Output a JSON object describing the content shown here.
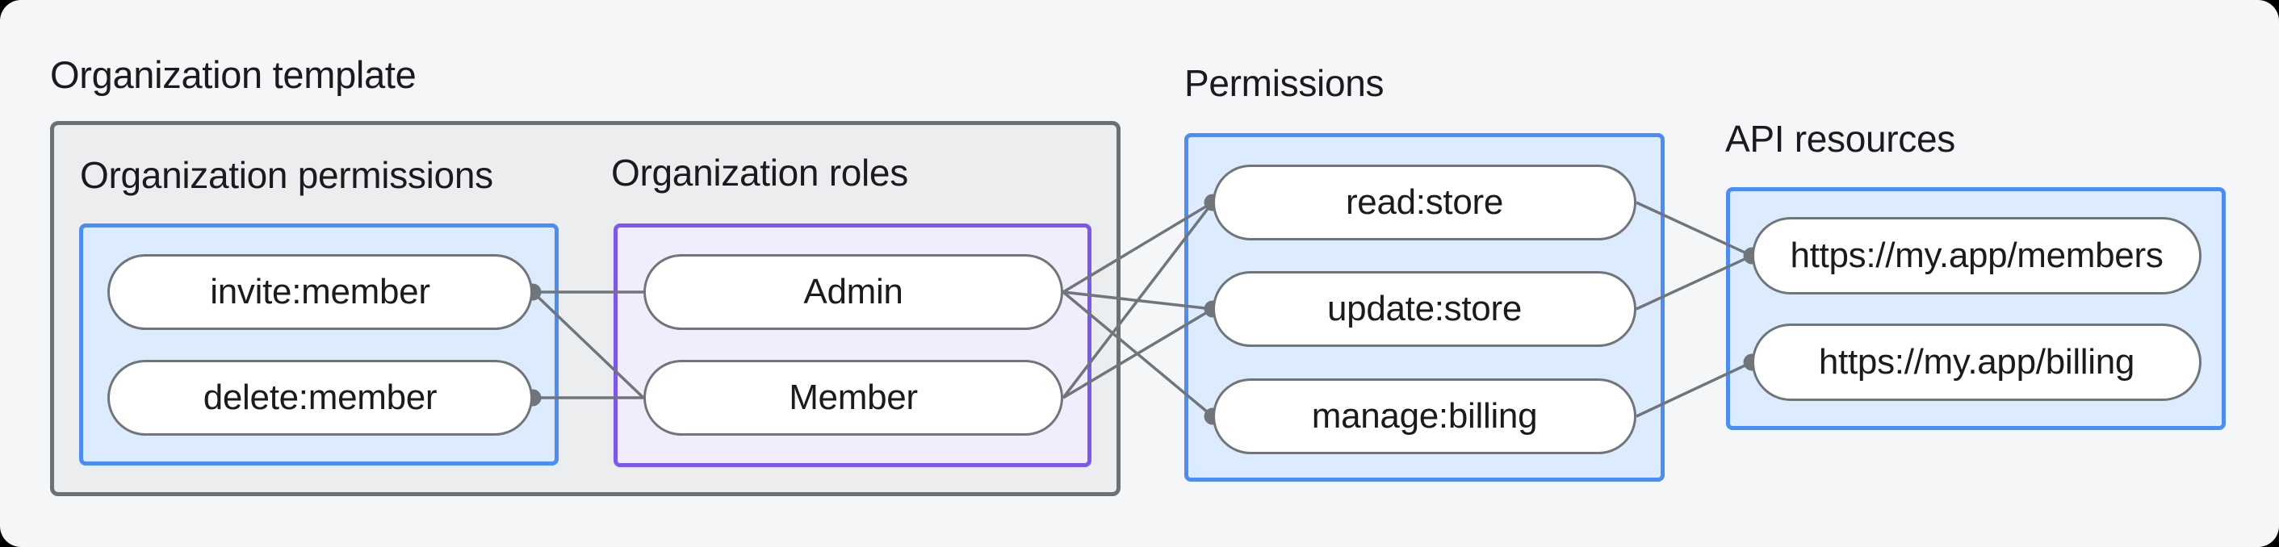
{
  "title": {
    "label": "Organization template"
  },
  "colors": {
    "page_bg": "#f4f6f7",
    "outer_bg": "#000000",
    "gray_box_bg": "#ebedee",
    "gray_border": "#6b7075",
    "blue_box_bg": "#dcebfd",
    "blue_border": "#4a8df8",
    "purple_box_bg": "#f2edfc",
    "purple_border": "#7b57f3",
    "node_border": "#70757a",
    "wire_color": "#70757a",
    "text_color": "#191b1e"
  },
  "groups": {
    "organization_permissions": {
      "label": "Organization permissions",
      "nodes": [
        {
          "id": "invite",
          "label": "invite:member"
        },
        {
          "id": "delete",
          "label": "delete:member"
        }
      ]
    },
    "organization_roles": {
      "label": "Organization roles",
      "nodes": [
        {
          "id": "admin",
          "label": "Admin"
        },
        {
          "id": "member",
          "label": "Member"
        }
      ]
    },
    "permissions": {
      "label": "Permissions",
      "nodes": [
        {
          "id": "read",
          "label": "read:store"
        },
        {
          "id": "update",
          "label": "update:store"
        },
        {
          "id": "manage",
          "label": "manage:billing"
        }
      ]
    },
    "api_resources": {
      "label": "API resources",
      "nodes": [
        {
          "id": "members",
          "label": "https://my.app/members"
        },
        {
          "id": "billing",
          "label": "https://my.app/billing"
        }
      ]
    }
  },
  "connections": [
    {
      "from": "invite",
      "to": "admin"
    },
    {
      "from": "invite",
      "to": "member"
    },
    {
      "from": "delete",
      "to": "member"
    },
    {
      "from": "admin",
      "to": "read"
    },
    {
      "from": "admin",
      "to": "update"
    },
    {
      "from": "admin",
      "to": "manage"
    },
    {
      "from": "member",
      "to": "read"
    },
    {
      "from": "member",
      "to": "update"
    },
    {
      "from": "read",
      "to": "members"
    },
    {
      "from": "update",
      "to": "members"
    },
    {
      "from": "manage",
      "to": "billing"
    }
  ]
}
